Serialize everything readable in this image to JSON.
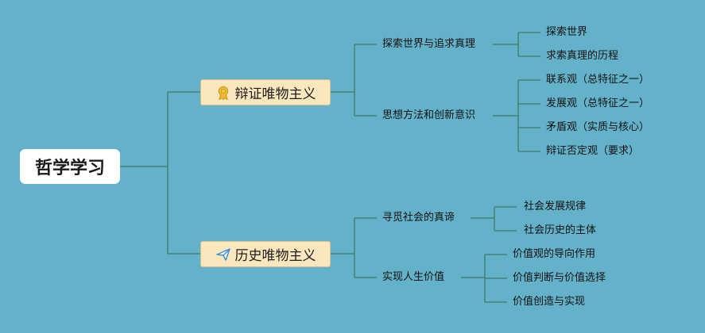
{
  "root": {
    "label": "哲学学习"
  },
  "branches": [
    {
      "label": "辩证唯物主义",
      "icon": "award-medal-icon",
      "children": [
        {
          "label": "探索世界与追求真理",
          "children": [
            "探索世界",
            "求索真理的历程"
          ]
        },
        {
          "label": "思想方法和创新意识",
          "children": [
            "联系观（总特征之一）",
            "发展观（总特征之一）",
            "矛盾观（实质与核心）",
            "辩证否定观（要求）"
          ]
        }
      ]
    },
    {
      "label": "历史唯物主义",
      "icon": "paper-plane-icon",
      "children": [
        {
          "label": "寻觅社会的真谛",
          "children": [
            "社会发展规律",
            "社会历史的主体"
          ]
        },
        {
          "label": "实现人生价值",
          "children": [
            "价值观的导向作用",
            "价值判断与价值选择",
            "价值创造与实现"
          ]
        }
      ]
    }
  ],
  "colors": {
    "background": "#64b2c9",
    "connector": "#3d7a63",
    "branch_fill": "#fbe7bd",
    "root_fill": "#ffffff"
  }
}
